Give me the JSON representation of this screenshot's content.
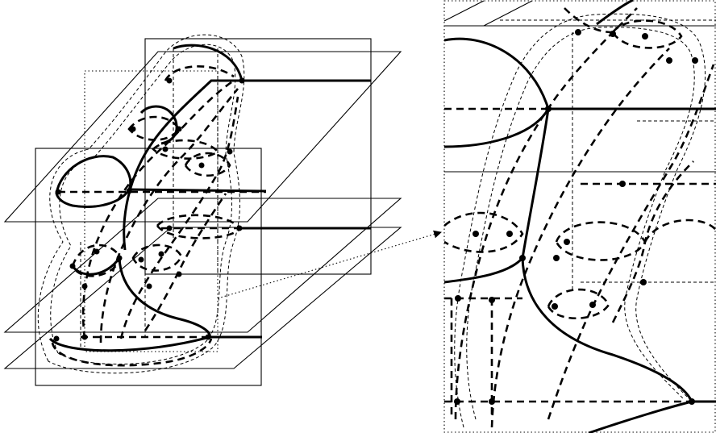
{
  "figure": {
    "colors": {
      "stroke": "#000000",
      "background": "#ffffff"
    },
    "panels": [
      "overview",
      "zoom-detail"
    ],
    "connector": "dotted-arrow"
  }
}
